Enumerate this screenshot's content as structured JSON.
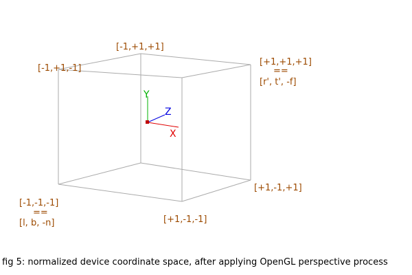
{
  "colors": {
    "vertex_label": "#9c4a00",
    "edge": "#aaaaaa",
    "axis_x": "#e00000",
    "axis_y": "#00b000",
    "axis_z": "#0000e0",
    "origin": "#c00000",
    "caption": "#000000"
  },
  "vertices": {
    "top_back_left": "[-1,+1,-1]",
    "top_front_left": "[-1,+1,+1]",
    "top_front_right": "[+1,+1,+1]",
    "top_front_right_eq": "==",
    "top_front_right_alias": "[r', t', -f]",
    "bottom_back_left": "[-1,-1,-1]",
    "bottom_back_left_eq": "==",
    "bottom_back_left_alias": "[l, b, -n]",
    "bottom_front_right": "[+1,-1,+1]",
    "bottom_back_right": "[+1,-1,-1]"
  },
  "axes": {
    "x": "X",
    "y": "Y",
    "z": "Z"
  },
  "caption": "fig 5: normalized device coordinate space, after applying OpenGL perspective process"
}
